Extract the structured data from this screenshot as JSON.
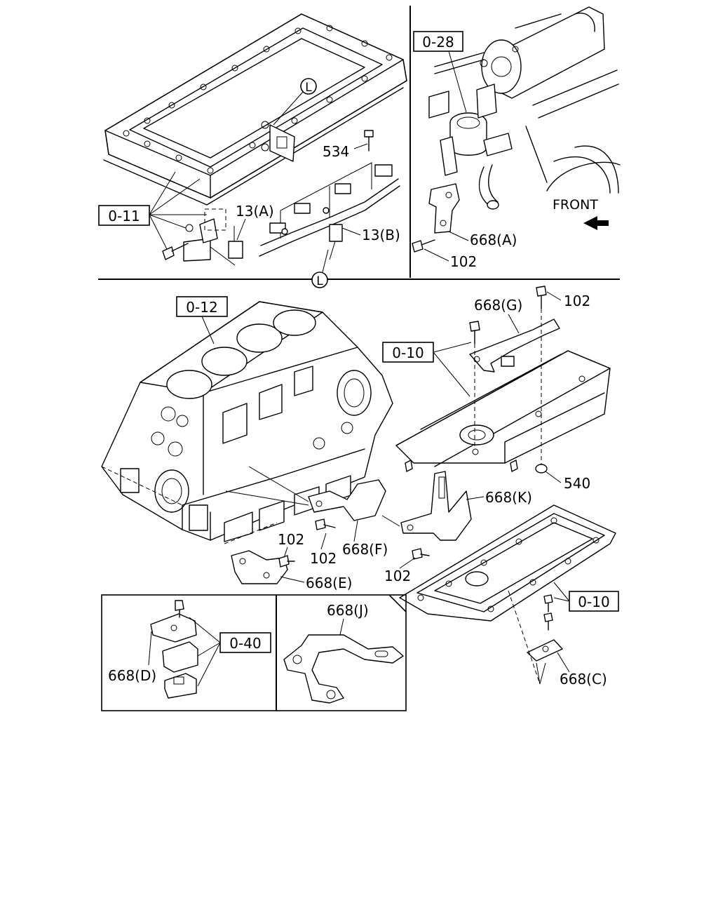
{
  "labels": {
    "ref_0_11": "0-11",
    "ref_0_28": "0-28",
    "ref_0_12": "0-12",
    "ref_0_10_a": "0-10",
    "ref_0_10_b": "0-10",
    "ref_0_40": "0-40",
    "front": "FRONT",
    "p534": "534",
    "p13a": "13(A)",
    "p13b": "13(B)",
    "p668a": "668(A)",
    "p102_top": "102",
    "p668g": "668(G)",
    "p102_g": "102",
    "p540": "540",
    "p668k": "668(K)",
    "p102_e": "102",
    "p102_f": "102",
    "p668f": "668(F)",
    "p102_k": "102",
    "p668e": "668(E)",
    "p668j": "668(J)",
    "p668d": "668(D)",
    "p668c": "668(C)",
    "callout_l_top": "L",
    "callout_l_bottom": "L"
  }
}
